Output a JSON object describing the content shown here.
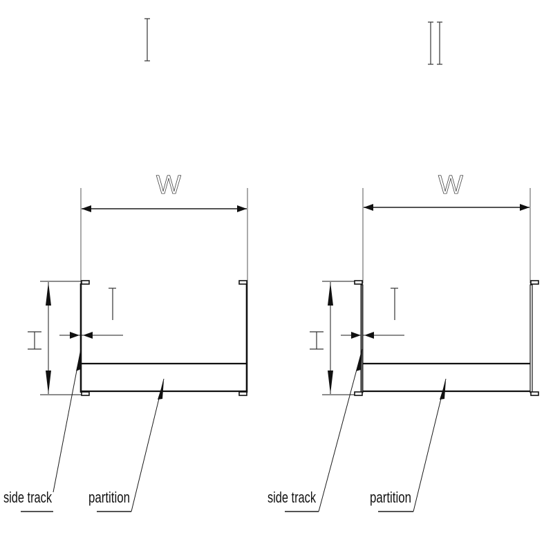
{
  "diagram": {
    "panels": [
      {
        "id": "I",
        "title": "I",
        "width_label": "W",
        "height_label": "H",
        "thickness_label": "T",
        "callouts": [
          {
            "name": "side-track",
            "label": "side track"
          },
          {
            "name": "partition",
            "label": "partition"
          }
        ]
      },
      {
        "id": "II",
        "title": "II",
        "width_label": "W",
        "height_label": "H",
        "thickness_label": "T",
        "callouts": [
          {
            "name": "side-track",
            "label": "side track"
          },
          {
            "name": "partition",
            "label": "partition"
          }
        ]
      }
    ],
    "colors": {
      "line": "#111111",
      "extension_line": "#555555",
      "background": "#ffffff"
    }
  }
}
